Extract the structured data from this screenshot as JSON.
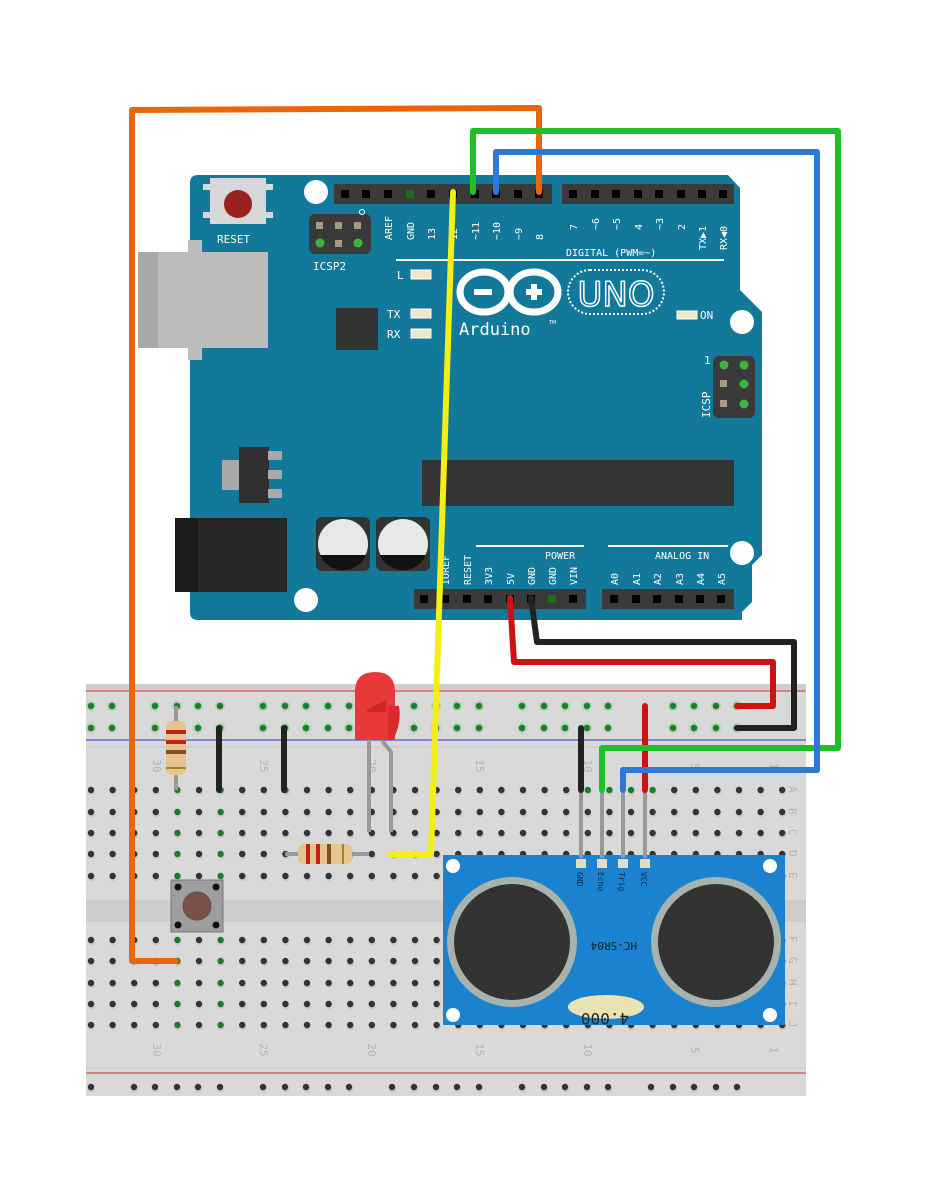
{
  "board": {
    "name": "Arduino",
    "model": "UNO",
    "trademark": "TM",
    "reset_label": "RESET",
    "icsp2_label": "ICSP2",
    "icsp_label": "ICSP",
    "icsp_pin1": "1",
    "led_labels": {
      "l": "L",
      "tx": "TX",
      "rx": "RX",
      "on": "ON"
    },
    "digital_label": "DIGITAL (PWM=~)",
    "power_label": "POWER",
    "analog_label": "ANALOG IN",
    "top_header_left": [
      "",
      "",
      "AREF",
      "GND",
      "13",
      "12",
      "~11",
      "~10",
      "~9",
      "8"
    ],
    "top_header_right": [
      "7",
      "~6",
      "~5",
      "4",
      "~3",
      "2",
      "TX▶1",
      "RX◀0"
    ],
    "power_pins": [
      "",
      "IOREF",
      "RESET",
      "3V3",
      "5V",
      "GND",
      "GND",
      "VIN"
    ],
    "analog_pins": [
      "A0",
      "A1",
      "A2",
      "A3",
      "A4",
      "A5"
    ],
    "colors": {
      "pcb": "#13799a",
      "header": "#3a3a3a",
      "white": "#ffffff"
    }
  },
  "breadboard": {
    "column_numbers": [
      "30",
      "25",
      "20",
      "15",
      "10",
      "5",
      "1"
    ],
    "row_letters_top": [
      "A",
      "B",
      "C",
      "D",
      "E"
    ],
    "row_letters_bottom": [
      "F",
      "G",
      "H",
      "I",
      "J"
    ],
    "colors": {
      "body": "#d8d8d8",
      "rail_red": "#d93a3a",
      "rail_blue": "#3b4fd0",
      "hole": "#333333",
      "hole_active": "#1f7a2c"
    }
  },
  "components": {
    "sensor": {
      "model": "HC-SR04",
      "crystal_label": "4.000",
      "pins": [
        "GND",
        "Echo",
        "Trig",
        "VCC"
      ],
      "color": "#1b82cf"
    },
    "led": {
      "color": "#e8383a"
    },
    "button": {
      "label": "push-button"
    },
    "resistors": [
      "pull-down-resistor",
      "led-resistor"
    ]
  },
  "wires": [
    {
      "name": "orange-wire",
      "from": "pin 8",
      "to": "button",
      "color": "#e8660e"
    },
    {
      "name": "green-wire",
      "from": "pin ~11",
      "to": "Echo",
      "color": "#1fbf2a"
    },
    {
      "name": "blue-wire",
      "from": "pin ~10",
      "to": "Trig",
      "color": "#2f78d6"
    },
    {
      "name": "yellow-wire",
      "from": "pin 12",
      "to": "LED resistor",
      "color": "#f2ef17"
    },
    {
      "name": "red-wire",
      "from": "5V",
      "to": "power rail",
      "color": "#cc1313"
    },
    {
      "name": "black-wire",
      "from": "GND",
      "to": "ground rail",
      "color": "#222222"
    }
  ]
}
